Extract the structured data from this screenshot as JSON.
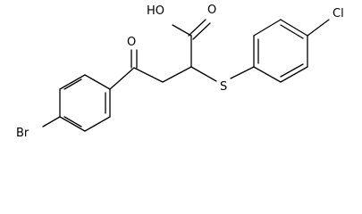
{
  "molecule": {
    "atoms": {
      "br": "Br",
      "o_ketone": "O",
      "ho_acid": "HO",
      "o_acid": "O",
      "s": "S",
      "cl": "Cl"
    }
  },
  "colors": {
    "bond": "#000000",
    "label": "#000000",
    "background": "#ffffff"
  }
}
